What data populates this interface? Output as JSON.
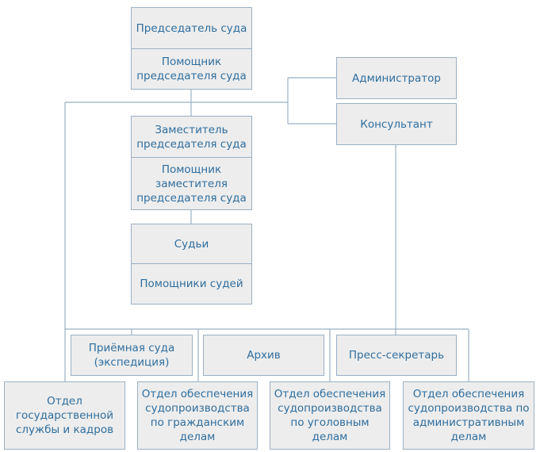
{
  "org_chart": {
    "line_color": "#9bb0c4",
    "box_fill": "#ededed",
    "text_color": "#2f6e9e",
    "nodes": {
      "chairman": "Председатель суда",
      "chairman_assistant": "Помощник\nпредседателя суда",
      "administrator": "Администратор",
      "consultant": "Консультант",
      "deputy_chairman": "Заместитель\nпредседателя суда",
      "deputy_assistant": "Помощник\nзаместителя\nпредседателя суда",
      "judges": "Судьи",
      "judges_assistants": "Помощники судей",
      "reception": "Приёмная суда\n(экспедиция)",
      "archive": "Архив",
      "press_secretary": "Пресс-секретарь",
      "hr_department": "Отдел\nгосударственной\nслужбы и кадров",
      "civil_department": "Отдел обеспечения\nсудопроизводства\nпо гражданским\nделам",
      "criminal_department": "Отдел обеспечения\nсудопроизводства\nпо уголовным\nделам",
      "administrative_department": "Отдел обеспечения\nсудопроизводства по\nадминистративным\nделам"
    }
  }
}
